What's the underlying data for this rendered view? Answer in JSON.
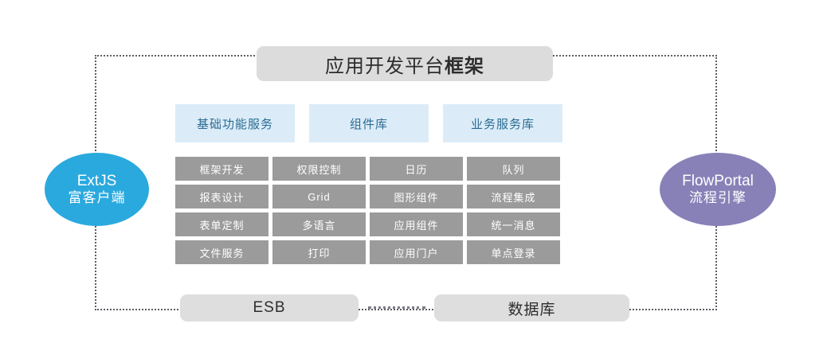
{
  "diagram": {
    "title": {
      "text_normal": "应用开发平台",
      "text_bold": "框架"
    },
    "categories": [
      {
        "label": "基础功能服务"
      },
      {
        "label": "组件库"
      },
      {
        "label": "业务服务库"
      }
    ],
    "modules": {
      "columns": [
        {
          "cells": [
            "框架开发",
            "报表设计",
            "表单定制",
            "文件服务"
          ]
        },
        {
          "cells": [
            "权限控制",
            "Grid",
            "多语言",
            "打印"
          ]
        },
        {
          "cells": [
            "日历",
            "图形组件",
            "应用组件",
            "应用门户"
          ]
        },
        {
          "cells": [
            "队列",
            "流程集成",
            "统一消息",
            "单点登录"
          ]
        }
      ]
    },
    "left_node": {
      "line1": "ExtJS",
      "line2": "富客户端",
      "color": "#2aa9de"
    },
    "right_node": {
      "line1": "FlowPortal",
      "line2": "流程引擎",
      "color": "#8881b8"
    },
    "bottom": [
      {
        "label": "ESB"
      },
      {
        "label": "数据库"
      }
    ],
    "colors": {
      "category_box": "#dbecf8",
      "category_text": "#2b6b93",
      "module_box": "#9b9b9b",
      "module_text": "#ffffff",
      "pill_box": "#dcdcdc",
      "frame_border": "#5d5d66"
    }
  }
}
